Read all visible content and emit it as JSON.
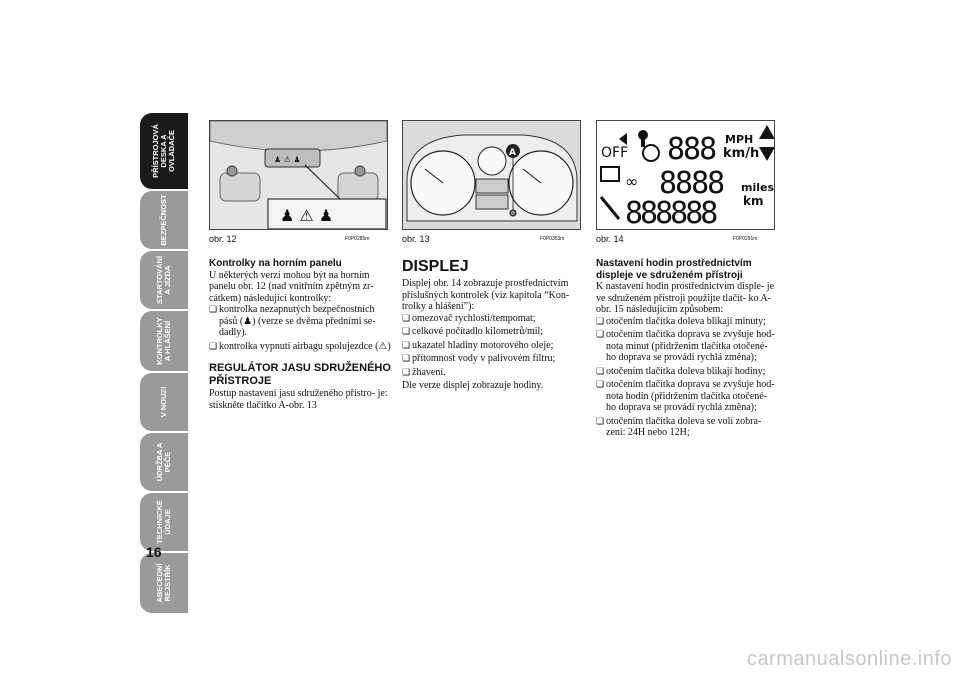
{
  "tabs": [
    {
      "label": "PŘÍSTROJOVÁ\nDESKA A\nOVLADAČE",
      "active": true
    },
    {
      "label": "BEZPEČNOST",
      "active": false
    },
    {
      "label": "STARTOVÁNÍ\nA JÍZDA",
      "active": false
    },
    {
      "label": "KONTROLKY\nA HLÁŠENÍ",
      "active": false
    },
    {
      "label": "V NOUZI",
      "active": false
    },
    {
      "label": "ÚDRŽBA A\nPÉČE",
      "active": false
    },
    {
      "label": "TECHNICKÉ\nÚDAJE",
      "active": false
    },
    {
      "label": "ABECEDNÍ\nREJSTŘÍK",
      "active": false
    }
  ],
  "page_number": "16",
  "watermark": "carmanualsonline.info",
  "figures": [
    {
      "caption": "obr. 12",
      "code": "F0P0285m"
    },
    {
      "caption": "obr. 13",
      "code": "F0P0353m"
    },
    {
      "caption": "obr. 14",
      "code": "F0P0291m",
      "lcd": {
        "mph": "MPH",
        "kmh": "km/h",
        "miles": "miles",
        "km": "km",
        "off": "OFF"
      }
    }
  ],
  "fig13_marker": "A",
  "col1": {
    "heading": "Kontrolky na horním panelu",
    "intro": "U některých verzí mohou být na horním panelu obr. 12 (nad vnitřním zpětným zr- cátkem) následující kontrolky:",
    "items": [
      "kontrolka nezapnutých bezpečnostních pásů (♟) (verze se dvěma předními se- dadly).",
      "kontrolka vypnutí airbagu spolujezdce (⚠)"
    ],
    "section_heading": "REGULÁTOR JASU SDRUŽENÉHO PŘÍSTROJE",
    "section_text": "Postup nastavení jasu sdruženého přístro- je: stiskněte tlačítko A-obr. 13"
  },
  "col2": {
    "heading": "DISPLEJ",
    "intro": "Displej obr. 14 zobrazuje prostřednictvím příslušných kontrolek (viz kapitola “Kon- trolky a hlášení”):",
    "items": [
      "omezovač rychlosti/tempomat;",
      "celkové počítadlo kilometrů/mil;",
      "ukazatel hladiny motorového oleje;",
      "přítomnost vody v palivovém filtru;",
      "žhavení."
    ],
    "outro": "Dle verze displej zobrazuje hodiny."
  },
  "col3": {
    "heading": "Nastavení hodin prostřednictvím displeje ve sdruženém přístroji",
    "intro": "K nastavení hodin prostřednictvím disple- je ve sdruženém přístroji použijte tlačít- ko A-obr. 15 následujícím způsobem:",
    "items": [
      "otočením tlačítka doleva blikají minuty;",
      "otočením tlačítka doprava se zvyšuje hod- nota minut (přidržením tlačítka otočené- ho doprava se provádí rychlá změna);",
      "otočením tlačítka doleva blikají hodiny;",
      "otočením tlačítka doprava se zvyšuje hod- nota hodin (přidržením tlačítka otočené- ho doprava se provádí rychlá změna);",
      "otočením tlačítka doleva se volí zobra- zení: 24H nebo 12H;"
    ]
  }
}
